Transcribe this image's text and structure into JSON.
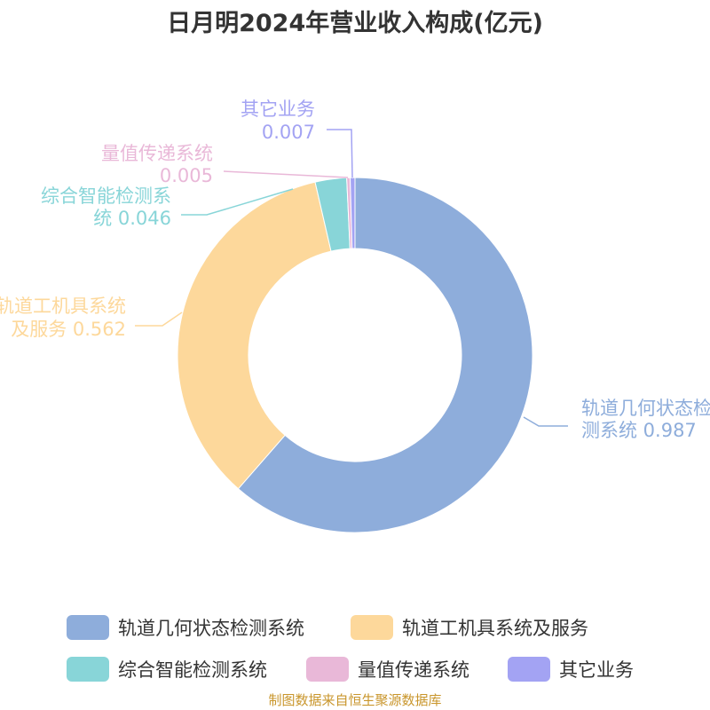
{
  "chart_data": {
    "type": "pie",
    "variant": "donut",
    "title": "日月明2024年营业收入构成(亿元)",
    "categories": [
      "轨道几何状态检测系统",
      "轨道工机具系统及服务",
      "综合智能检测系统",
      "量值传递系统",
      "其它业务"
    ],
    "values": [
      0.987,
      0.562,
      0.046,
      0.005,
      0.007
    ],
    "value_labels": [
      "0.987",
      "0.562",
      "0.046",
      "0.005",
      "0.007"
    ],
    "colors": [
      "#8eaddb",
      "#fdd89b",
      "#88d5d8",
      "#e9b8d8",
      "#a3a3f3"
    ],
    "legend_position": "bottom"
  },
  "footer": "制图数据来自恒生聚源数据库"
}
